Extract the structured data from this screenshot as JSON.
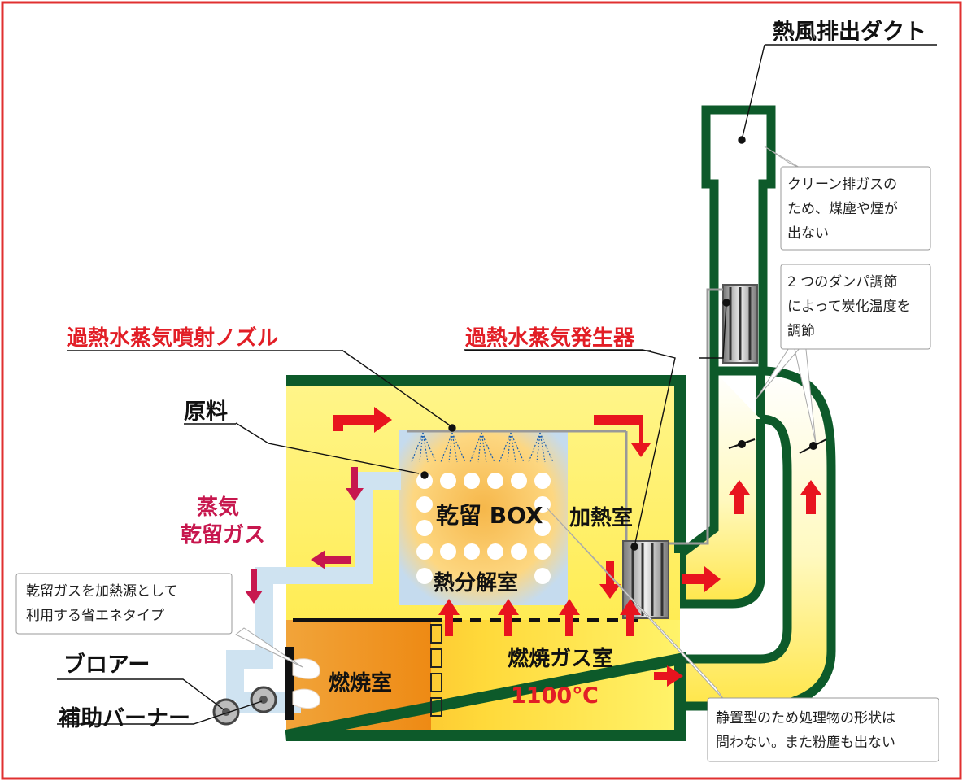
{
  "labels": {
    "exhaust_duct": "熱風排出ダクト",
    "nozzle": "過熱水蒸気噴射ノズル",
    "generator": "過熱水蒸気発生器",
    "raw_material": "原料",
    "steam_gas_line1": "蒸気",
    "steam_gas_line2": "乾留ガス",
    "blower": "ブロアー",
    "burner": "補助バーナー",
    "box": "乾留 BOX",
    "pyrolysis": "熱分解室",
    "heating_room": "加熱室",
    "combustion_room": "燃焼室",
    "combustion_gas_room": "燃焼ガス室",
    "temperature": "1100℃"
  },
  "notes": {
    "clean_gas": [
      "クリーン排ガスの",
      "ため、煤塵や煙が",
      "出ない"
    ],
    "damper": [
      "2 つのダンパ調節",
      "によって炭化温度を",
      "調節"
    ],
    "energy_saving": [
      "乾留ガスを加熱源として",
      "利用する省エネタイプ"
    ],
    "static_type": [
      "静置型のため処理物の形状は",
      "問わない。また粉塵も出ない"
    ]
  },
  "colors": {
    "frame_border": "#e03030",
    "wall_green": "#0d5a2a",
    "chamber_yellow": "#fff46a",
    "box_blue": "#c5dbee",
    "combustion_orange": "#f0901e",
    "arrow_red": "#e8141e",
    "gas_pink": "#c7174e",
    "duct_blue": "#cfe3f1"
  }
}
